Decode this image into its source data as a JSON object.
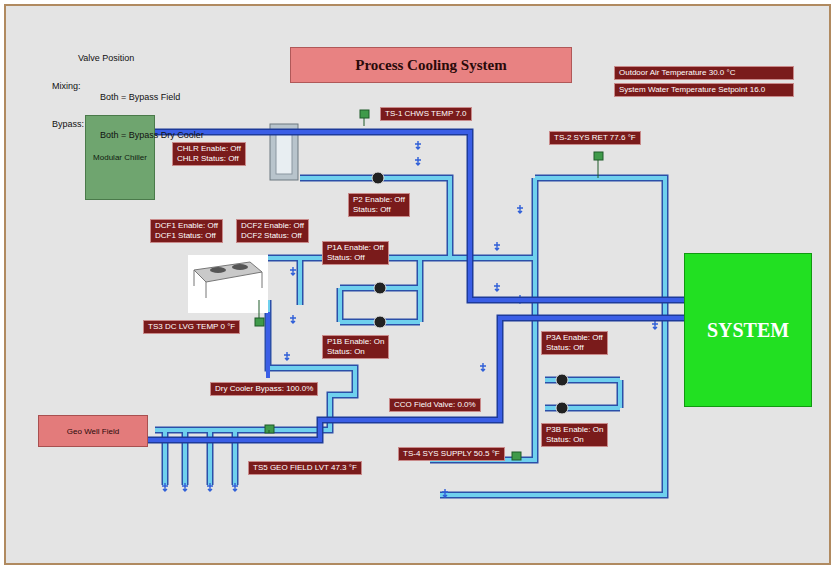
{
  "diagram": {
    "title": "Process Cooling System",
    "nodes": [
      {
        "text": [
          "Outdoor Air Temperature 30.0 °C"
        ]
      },
      {
        "text": [
          "System Water Temperature Setpoint 16.0"
        ]
      },
      {
        "text": [
          "Modular Chiller"
        ]
      },
      {
        "text": [
          "CHLR Enable: Off",
          "CHLR Status: Off"
        ]
      },
      {
        "text": [
          "TS-1 CHWS TEMP 7.0"
        ]
      },
      {
        "text": [
          "P2 Enable: Off",
          "Status: Off"
        ]
      },
      {
        "text": [
          "DCF1 Enable: Off",
          "DCF1 Status: Off"
        ]
      },
      {
        "text": [
          "DCF2 Enable: Off",
          "DCF2 Status: Off"
        ]
      },
      {
        "text": [
          "TS-2 SYS RET 77.6 °F"
        ]
      },
      {
        "text": [
          "P1A Enable: Off",
          "Status: Off"
        ]
      },
      {
        "text": [
          "P1B Enable: On",
          "Status: On"
        ]
      },
      {
        "text": [
          "TS3 DC LVG TEMP 0 °F"
        ]
      },
      {
        "text": [
          "Dry Cooler Bypass: 100.0%"
        ]
      },
      {
        "text": [
          "CCO Field Valve: 0.0%"
        ]
      },
      {
        "text": [
          "Geo Well Field"
        ]
      },
      {
        "text": [
          "TS5 GEO FIELD LVT 47.3 °F"
        ]
      },
      {
        "text": [
          "P3A Enable: Off",
          "Status: Off"
        ]
      },
      {
        "text": [
          "P3B Enable: On",
          "Status: On"
        ]
      },
      {
        "text": [
          "TS-4 SYS SUPPLY 50.5 °F"
        ]
      },
      {
        "text": [
          "SYSTEM"
        ]
      }
    ],
    "edges": [
      {
        "from": 2,
        "to": 19,
        "arrow": "none"
      },
      {
        "from": 14,
        "to": 19,
        "arrow": "none"
      }
    ],
    "labels": [
      "Valve Position",
      "Mixing:",
      "Both = Bypass Field",
      "Bypass:",
      "Both = Bypass Dry Cooler"
    ]
  }
}
